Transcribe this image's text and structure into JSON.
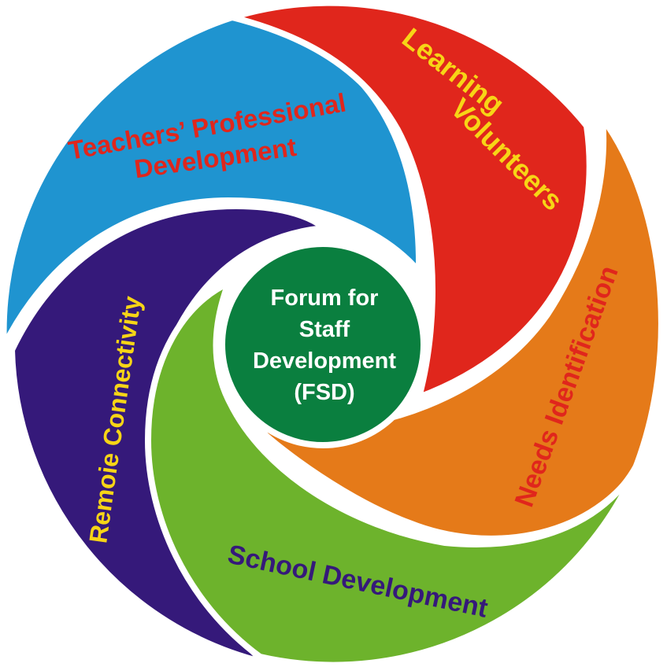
{
  "segments": {
    "teachers": {
      "line1": "Teachers’ Professional",
      "line2": "Development",
      "color": "#1f94d0",
      "text_color": "#e0261c"
    },
    "learning": {
      "line1": "Learning",
      "line2": "Volunteers",
      "color": "#e0261c",
      "text_color": "#f7d516"
    },
    "needs": {
      "label": "Needs Identification",
      "color": "#e57a19",
      "text_color": "#e0261c"
    },
    "school": {
      "label": "School Development",
      "color": "#6db32c",
      "text_color": "#35197a"
    },
    "remote": {
      "label": "Remoie Connectivity",
      "color": "#35197a",
      "text_color": "#f7d516"
    }
  },
  "center": {
    "line1": "Forum for",
    "line2": "Staff",
    "line3": "Development",
    "line4": "(FSD)",
    "color": "#0a7f3f"
  }
}
